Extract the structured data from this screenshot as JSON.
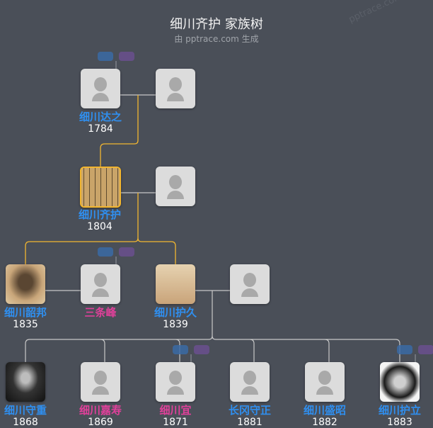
{
  "header": {
    "title": "细川齐护 家族树",
    "subtitle": "由 pptrace.com 生成",
    "watermark": "pptrace.com"
  },
  "colors": {
    "background": "#4a4f58",
    "male": "#2f8ff0",
    "female": "#e0409a",
    "direct_line": "#f2b630"
  },
  "people": [
    {
      "name": "细川达之",
      "year": "1784",
      "gender": "male"
    },
    {
      "name": "",
      "year": "",
      "gender": "spouse"
    },
    {
      "name": "细川齐护",
      "year": "1804",
      "gender": "male",
      "selected": true
    },
    {
      "name": "",
      "year": "",
      "gender": "spouse"
    },
    {
      "name": "细川韶邦",
      "year": "1835",
      "gender": "male"
    },
    {
      "name": "三条峰",
      "year": "",
      "gender": "female"
    },
    {
      "name": "细川护久",
      "year": "1839",
      "gender": "male"
    },
    {
      "name": "",
      "year": "",
      "gender": "spouse"
    },
    {
      "name": "细川守重",
      "year": "1868",
      "gender": "male"
    },
    {
      "name": "细川嘉寿",
      "year": "1869",
      "gender": "female"
    },
    {
      "name": "细川宜",
      "year": "1871",
      "gender": "female"
    },
    {
      "name": "长冈守正",
      "year": "1881",
      "gender": "male"
    },
    {
      "name": "细川盛昭",
      "year": "1882",
      "gender": "male"
    },
    {
      "name": "细川护立",
      "year": "1883",
      "gender": "male"
    }
  ]
}
